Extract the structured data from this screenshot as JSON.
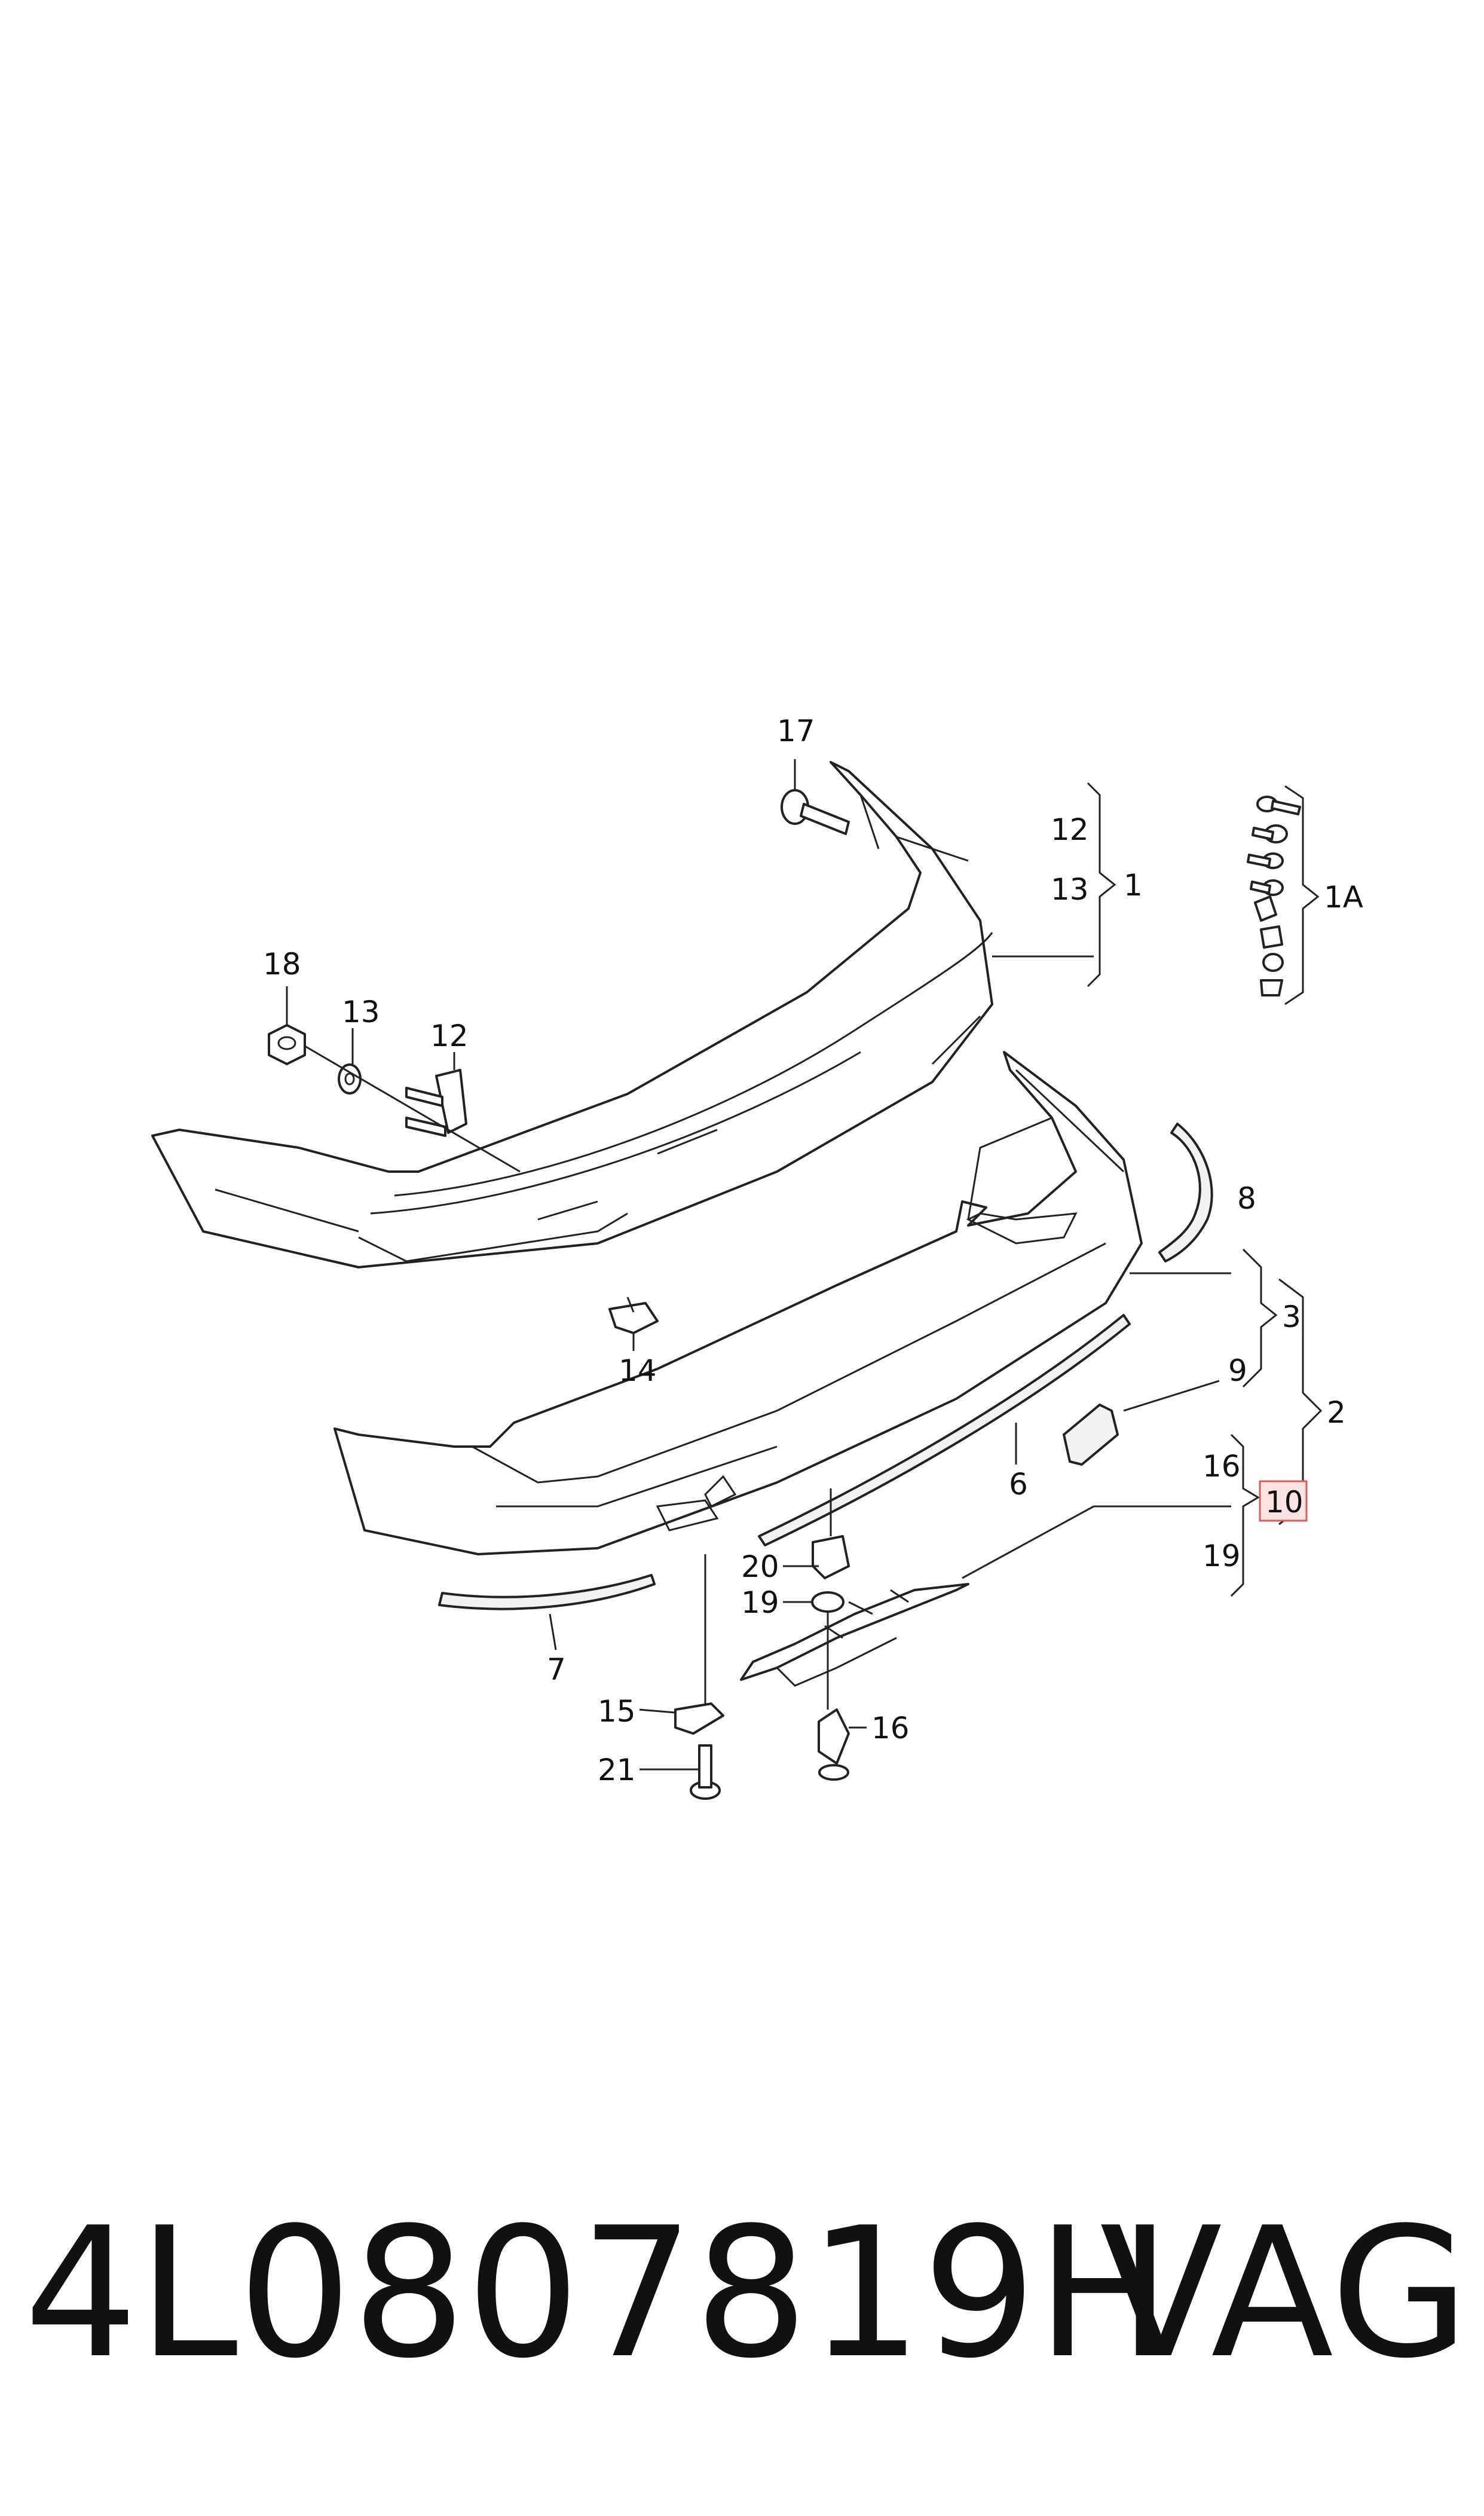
{
  "labels": {
    "l17": "17",
    "l18": "18",
    "l13a": "13",
    "l12a": "12",
    "l12b": "12",
    "l13b": "13",
    "l1": "1",
    "l1A": "1A",
    "l14": "14",
    "l8": "8",
    "l3": "3",
    "l2": "2",
    "l9": "9",
    "l6": "6",
    "l16a": "16",
    "l10": "10",
    "l19a": "19",
    "l20": "20",
    "l19b": "19",
    "l7": "7",
    "l15": "15",
    "l16b": "16",
    "l21": "21"
  },
  "footer": {
    "part_number": "4L0807819H",
    "brand": "VAG"
  },
  "colors": {
    "ink": "#222222",
    "highlight_fill": "#fbe3e3",
    "highlight_stroke": "#e05a5a"
  }
}
